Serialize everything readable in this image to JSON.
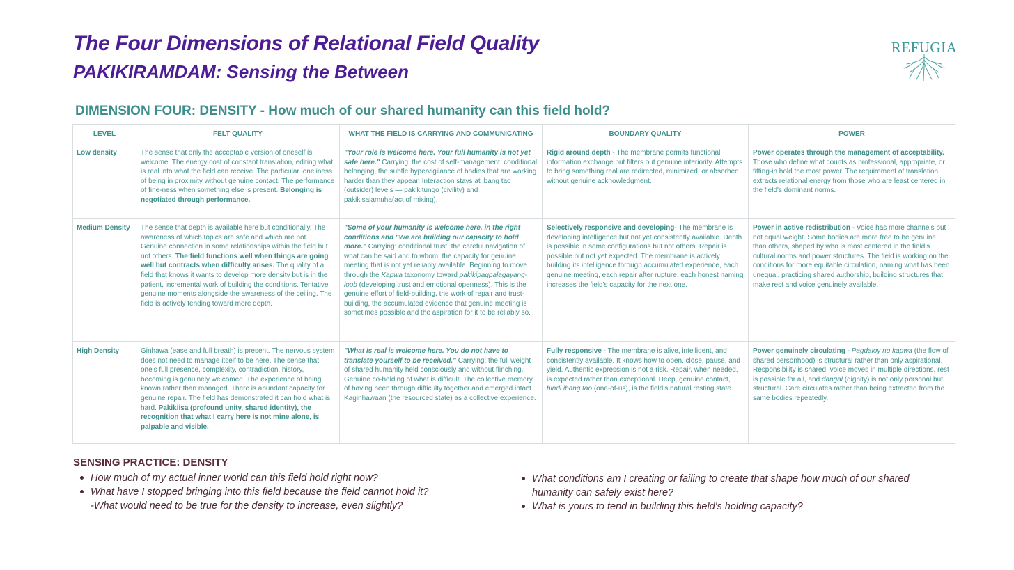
{
  "header": {
    "title": "The Four Dimensions of Relational Field Quality",
    "subtitle": "PAKIKIRAMDAM: Sensing the Between",
    "logo_text": "REFUGIA"
  },
  "dimension_heading": "DIMENSION FOUR:  DENSITY - How much of our shared humanity can this field hold?",
  "table": {
    "headers": [
      "LEVEL",
      "FELT QUALITY",
      "WHAT THE FIELD IS CARRYING AND COMMUNICATING",
      "BOUNDARY QUALITY",
      "POWER"
    ],
    "rows": [
      {
        "level": "Low density",
        "felt": [
          {
            "t": "The sense that only the acceptable version of oneself is welcome. The energy cost of constant translation, editing what is real into what the field can receive. The particular loneliness of being in proximity without genuine contact. The performance of fine-ness when something else is present. "
          },
          {
            "t": "Belonging is negotiated through performance.",
            "s": "b"
          }
        ],
        "carrying": [
          {
            "t": "\"Your role is welcome here. Your full humanity is not yet safe here.\"",
            "s": "bi"
          },
          {
            "t": " Carrying: the cost of self-management, conditional belonging, the subtle hypervigilance of bodies that are working harder than they appear. Interaction stays at ibang tao (outsider) levels — pakikitungo (civility) and pakikisalamuha(act of mixing)."
          }
        ],
        "boundary": [
          {
            "t": "Rigid around depth",
            "s": "b"
          },
          {
            "t": " - The membrane permits functional information exchange but filters out genuine interiority. Attempts to bring something real are redirected, minimized, or absorbed without genuine acknowledgment."
          }
        ],
        "power": [
          {
            "t": "Power operates through the management of acceptability.",
            "s": "b"
          },
          {
            "t": " Those who define what counts as professional, appropriate, or fitting-in hold the most power. The requirement of translation extracts relational energy from those who are least centered in the field's dominant norms."
          }
        ]
      },
      {
        "level": "Medium Density",
        "felt": [
          {
            "t": "The sense that depth is available here  but conditionally. The awareness of which topics are safe and which are not. Genuine connection in some relationships within the field but not others. "
          },
          {
            "t": "The field functions well when things are going well but contracts when difficulty arises.",
            "s": "b"
          },
          {
            "t": " The quality of a field that knows it wants to develop more density but is in the patient, incremental work of building the conditions. Tentative genuine moments alongside the awareness of the ceiling. The field is actively tending toward more depth."
          }
        ],
        "carrying": [
          {
            "t": "\"Some of your humanity is welcome here, in the right conditions and \"We are building our capacity to hold more.\"",
            "s": "bi"
          },
          {
            "t": " Carrying: conditional trust, the careful navigation of what can be said and to whom, the capacity for genuine meeting that is not yet reliably available. Beginning to move through the "
          },
          {
            "t": "Kapwa",
            "s": "i"
          },
          {
            "t": " taxonomy toward "
          },
          {
            "t": "pakikipagpalagayang-loob",
            "s": "i"
          },
          {
            "t": " (developing trust and emotional openness).  This is the genuine effort of field-building, the work of repair and trust-building, the accumulated evidence that genuine meeting is sometimes possible and the aspiration for it to be reliably so."
          }
        ],
        "boundary": [
          {
            "t": "Selectively responsive and developing",
            "s": "b"
          },
          {
            "t": "- The membrane is developing intelligence but not yet consistently available. Depth is possible in some configurations but not others. Repair is possible but not yet expected. The membrane is actively building its intelligence through accumulated experience, each genuine meeting, each repair after rupture, each honest naming increases the field's capacity for the next one."
          }
        ],
        "power": [
          {
            "t": "Power in active redistribution",
            "s": "b"
          },
          {
            "t": " - Voice has more channels but not equal weight. Some bodies are more free to be genuine than others, shaped by who is most centered in the field's cultural norms and power structures. The field is working on the conditions for more equitable circulation, naming what has been unequal, practicing shared authorship, building structures that make rest and voice genuinely available."
          }
        ]
      },
      {
        "level": "High Density",
        "felt": [
          {
            "t": "Ginhawa (ease and full breath) is present. The nervous system does not need to manage itself to be here. The sense that one's full presence, complexity, contradiction, history, becoming  is genuinely welcomed. The experience of being known rather than managed. There is abundant capacity for genuine repair. The field has demonstrated it can hold what is hard. "
          },
          {
            "t": "Pakikiisa (profound unity, shared identity), the recognition that what I carry here is not mine alone, is palpable and visible.",
            "s": "b"
          }
        ],
        "carrying": [
          {
            "t": "\"What is real is welcome here. You do not have to translate yourself to be received.\"",
            "s": "bi"
          },
          {
            "t": " Carrying: the full weight of shared humanity held consciously and without flinching. Genuine co-holding of what is difficult. The collective memory of having been through difficulty together and emerged intact. Kaginhawaan (the resourced state) as a collective experience."
          }
        ],
        "boundary": [
          {
            "t": "Fully responsive",
            "s": "b"
          },
          {
            "t": " - The membrane is alive, intelligent, and consistently available. It knows how to open, close, pause, and yield. Authentic expression is not a risk. Repair, when needed, is expected rather than exceptional. Deep, genuine contact, "
          },
          {
            "t": "hindi ibang tao",
            "s": "i"
          },
          {
            "t": " (one-of-us), is the field's natural resting state."
          }
        ],
        "power": [
          {
            "t": "Power genuinely circulating",
            "s": "b"
          },
          {
            "t": " -  "
          },
          {
            "t": "Pagdaloy ng kapwa",
            "s": "i"
          },
          {
            "t": " (the flow of shared personhood) is structural rather than only aspirational. Responsibility is shared, voice moves in multiple directions, rest is possible for all, and "
          },
          {
            "t": "dangal",
            "s": "i"
          },
          {
            "t": " (dignity) is not only personal but structural. Care circulates rather than being extracted from the same bodies repeatedly."
          }
        ]
      }
    ]
  },
  "practice": {
    "heading": "SENSING PRACTICE: DENSITY",
    "left_items": [
      "How much of my actual inner world can this field hold right now?",
      "What have I stopped bringing into this field because the field cannot hold it?",
      "-What would need to be true for the density to increase, even slightly?"
    ],
    "right_items": [
      "What conditions am I creating or failing to create that shape how much of our shared humanity can safely exist here?",
      "What is yours to tend in building this field's holding capacity?"
    ]
  },
  "colors": {
    "title": "#4e1d96",
    "teal": "#3e8f8c",
    "practice": "#5a2a3a",
    "border": "#d8dde0"
  }
}
